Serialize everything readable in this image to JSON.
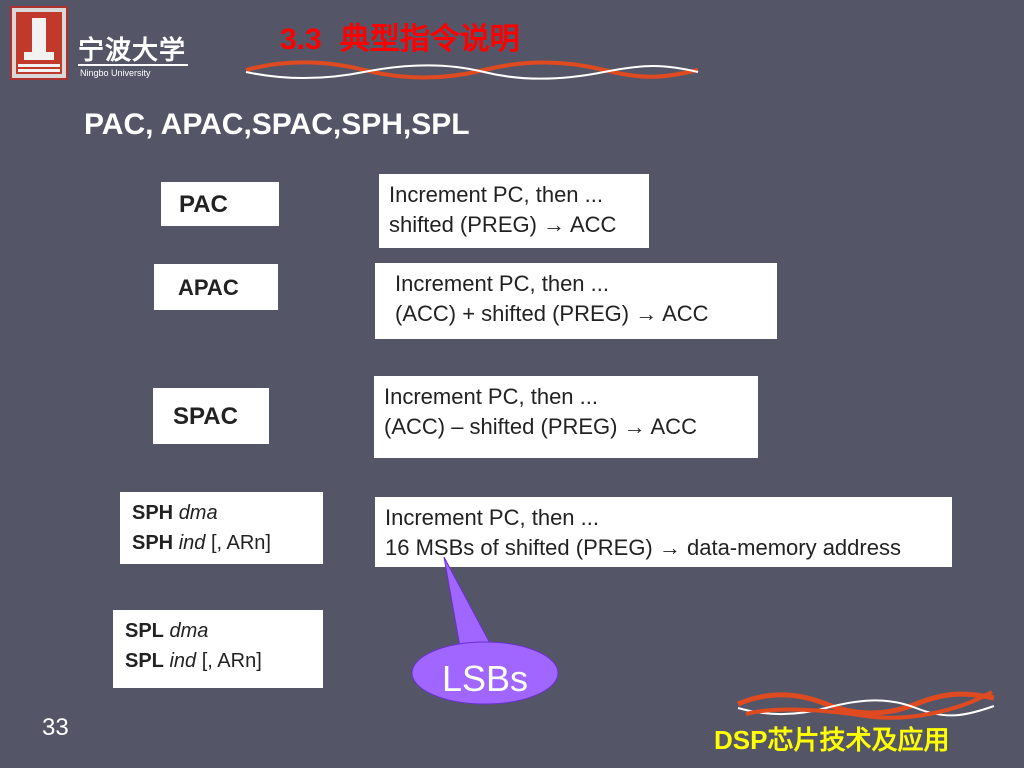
{
  "logo": {
    "name_cn": "宁波大学",
    "name_en": "Ningbo University"
  },
  "title": {
    "number": "3.3",
    "text": "典型指令说明"
  },
  "subtitle": "PAC, APAC,SPAC,SPH,SPL",
  "instructions": [
    {
      "mnemonic": "PAC",
      "lines": [
        "Increment PC, then ...",
        "shifted (PREG) → ACC"
      ]
    },
    {
      "mnemonic": "APAC",
      "lines": [
        "Increment PC, then ...",
        "(ACC) + shifted (PREG) → ACC"
      ]
    },
    {
      "mnemonic": "SPAC",
      "lines": [
        "Increment PC, then ...",
        "(ACC) – shifted (PREG) → ACC"
      ]
    },
    {
      "syntax": [
        {
          "op": "SPH",
          "arg": "dma",
          "rest": ""
        },
        {
          "op": "SPH",
          "arg": "ind",
          "rest": " [, ARn]"
        }
      ],
      "lines": [
        "Increment PC, then ...",
        "16 MSBs of shifted (PREG) → data-memory address"
      ]
    },
    {
      "syntax": [
        {
          "op": "SPL",
          "arg": "dma",
          "rest": ""
        },
        {
          "op": "SPL",
          "arg": "ind",
          "rest": " [, ARn]"
        }
      ]
    }
  ],
  "callout": "LSBs",
  "page_number": "33",
  "footer": "DSP芯片技术及应用",
  "colors": {
    "background": "#545668",
    "title": "#ff0000",
    "footer": "#ffff00",
    "callout": "#a066ff",
    "wave": "#e04a20"
  }
}
